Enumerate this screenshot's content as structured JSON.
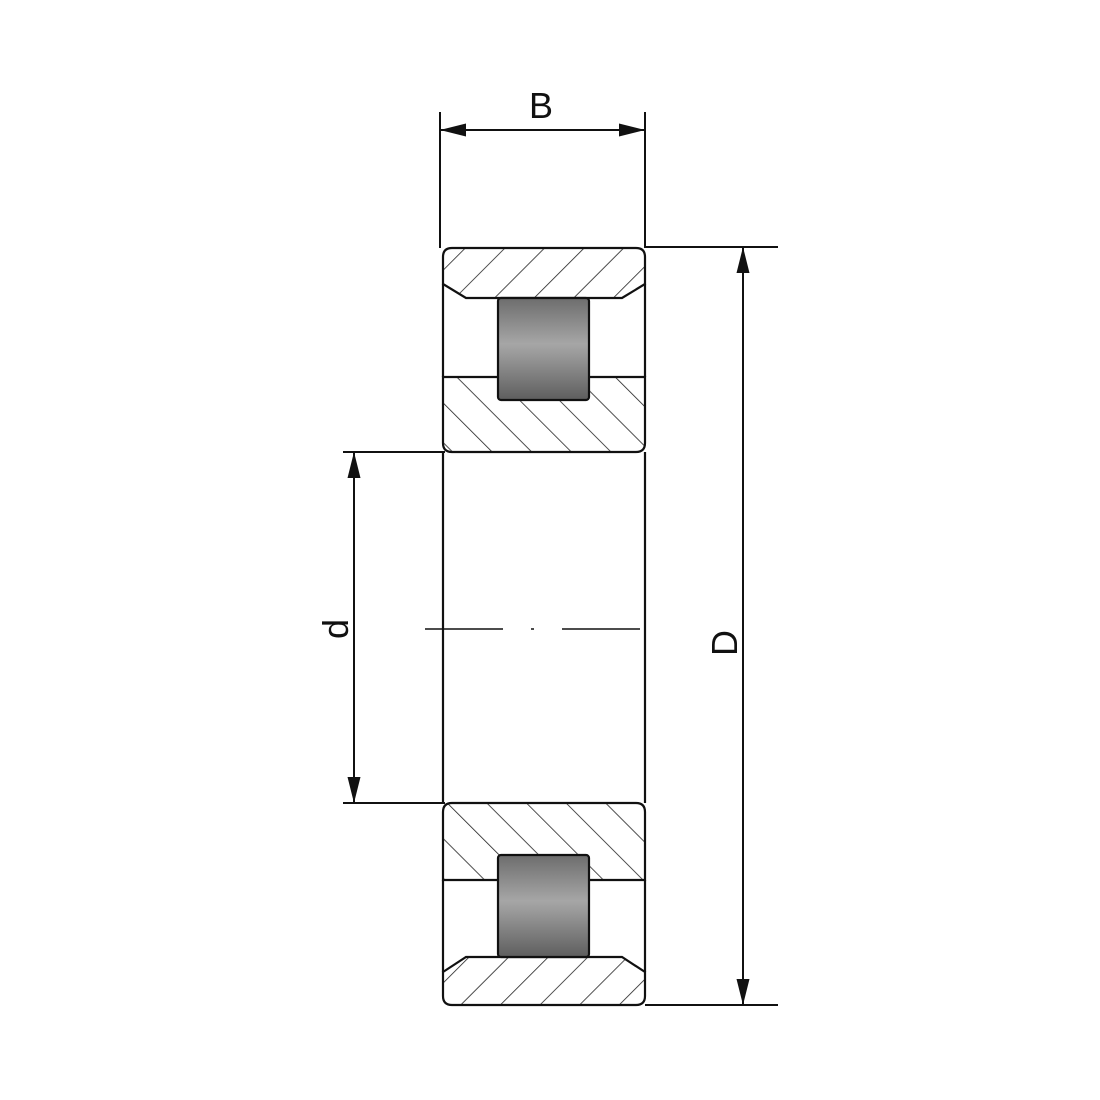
{
  "dimensions": {
    "width_label": "B",
    "bore_label": "d",
    "outer_label": "D"
  },
  "colors": {
    "line": "#111111",
    "hatch": "#222222",
    "roller": "#8a8a8a",
    "background": "#ffffff"
  }
}
